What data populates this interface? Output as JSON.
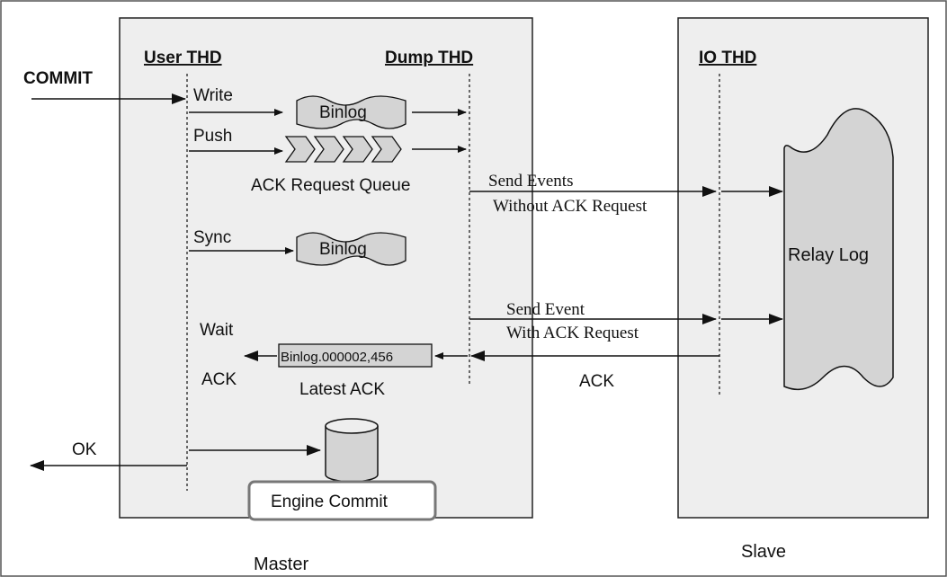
{
  "colors": {
    "box_fill": "#eeeeee",
    "line": "#111111",
    "scroll_fill": "#d4d4d4",
    "engine_border": "#777777",
    "background": "#ffffff"
  },
  "master": {
    "label": "Master",
    "user_thd": "User THD",
    "dump_thd": "Dump THD"
  },
  "slave": {
    "label": "Slave",
    "io_thd": "IO THD",
    "relay_log": "Relay Log"
  },
  "commit_label": "COMMIT",
  "steps": {
    "write": "Write",
    "push": "Push",
    "sync": "Sync",
    "wait": "Wait",
    "ack": "ACK",
    "ok": "OK"
  },
  "binlog_label": "Binlog",
  "ack_queue_label": "ACK Request Queue",
  "latest_ack": {
    "value": "Binlog.000002,456",
    "label": "Latest ACK"
  },
  "engine_commit": "Engine Commit",
  "messages": {
    "send_events_1": "Send Events",
    "send_events_2": "Without ACK Request",
    "send_event_1": "Send Event",
    "send_event_2": "With ACK Request",
    "ack_reply": "ACK"
  }
}
